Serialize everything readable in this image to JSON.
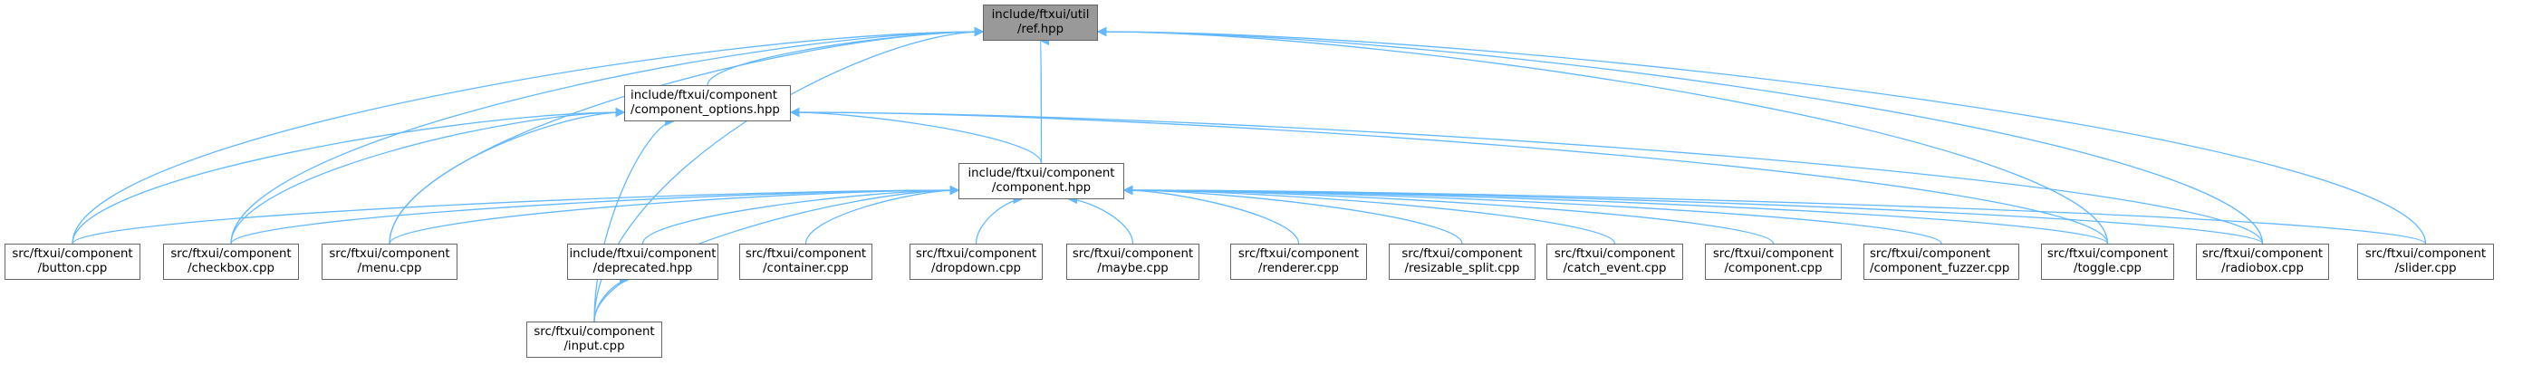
{
  "graph": {
    "edge_color": "#63b8ff",
    "root_fill": "#999999",
    "node_border": "#666666",
    "nodes": {
      "ref": {
        "line1": "include/ftxui/util",
        "line2": "/ref.hpp"
      },
      "component_options": {
        "line1": "include/ftxui/component",
        "line2": "/component_options.hpp"
      },
      "component_hpp": {
        "line1": "include/ftxui/component",
        "line2": "/component.hpp"
      },
      "button": {
        "line1": "src/ftxui/component",
        "line2": "/button.cpp"
      },
      "checkbox": {
        "line1": "src/ftxui/component",
        "line2": "/checkbox.cpp"
      },
      "menu": {
        "line1": "src/ftxui/component",
        "line2": "/menu.cpp"
      },
      "deprecated": {
        "line1": "include/ftxui/component",
        "line2": "/deprecated.hpp"
      },
      "container": {
        "line1": "src/ftxui/component",
        "line2": "/container.cpp"
      },
      "dropdown": {
        "line1": "src/ftxui/component",
        "line2": "/dropdown.cpp"
      },
      "maybe": {
        "line1": "src/ftxui/component",
        "line2": "/maybe.cpp"
      },
      "renderer": {
        "line1": "src/ftxui/component",
        "line2": "/renderer.cpp"
      },
      "resizable_split": {
        "line1": "src/ftxui/component",
        "line2": "/resizable_split.cpp"
      },
      "catch_event": {
        "line1": "src/ftxui/component",
        "line2": "/catch_event.cpp"
      },
      "component_cpp": {
        "line1": "src/ftxui/component",
        "line2": "/component.cpp"
      },
      "component_fuzzer": {
        "line1": "src/ftxui/component",
        "line2": "/component_fuzzer.cpp"
      },
      "toggle": {
        "line1": "src/ftxui/component",
        "line2": "/toggle.cpp"
      },
      "radiobox": {
        "line1": "src/ftxui/component",
        "line2": "/radiobox.cpp"
      },
      "slider": {
        "line1": "src/ftxui/component",
        "line2": "/slider.cpp"
      },
      "input": {
        "line1": "src/ftxui/component",
        "line2": "/input.cpp"
      }
    },
    "edges": [
      [
        "component_options",
        "ref"
      ],
      [
        "component_hpp",
        "ref"
      ],
      [
        "button",
        "ref"
      ],
      [
        "checkbox",
        "ref"
      ],
      [
        "menu",
        "ref"
      ],
      [
        "toggle",
        "ref"
      ],
      [
        "radiobox",
        "ref"
      ],
      [
        "slider",
        "ref"
      ],
      [
        "input",
        "ref"
      ],
      [
        "component_hpp",
        "component_options"
      ],
      [
        "button",
        "component_options"
      ],
      [
        "checkbox",
        "component_options"
      ],
      [
        "menu",
        "component_options"
      ],
      [
        "input",
        "component_options"
      ],
      [
        "toggle",
        "component_options"
      ],
      [
        "radiobox",
        "component_options"
      ],
      [
        "button",
        "component_hpp"
      ],
      [
        "checkbox",
        "component_hpp"
      ],
      [
        "menu",
        "component_hpp"
      ],
      [
        "deprecated",
        "component_hpp"
      ],
      [
        "container",
        "component_hpp"
      ],
      [
        "dropdown",
        "component_hpp"
      ],
      [
        "maybe",
        "component_hpp"
      ],
      [
        "renderer",
        "component_hpp"
      ],
      [
        "resizable_split",
        "component_hpp"
      ],
      [
        "catch_event",
        "component_hpp"
      ],
      [
        "component_cpp",
        "component_hpp"
      ],
      [
        "component_fuzzer",
        "component_hpp"
      ],
      [
        "toggle",
        "component_hpp"
      ],
      [
        "radiobox",
        "component_hpp"
      ],
      [
        "slider",
        "component_hpp"
      ],
      [
        "input",
        "component_hpp"
      ],
      [
        "input",
        "deprecated"
      ]
    ]
  }
}
